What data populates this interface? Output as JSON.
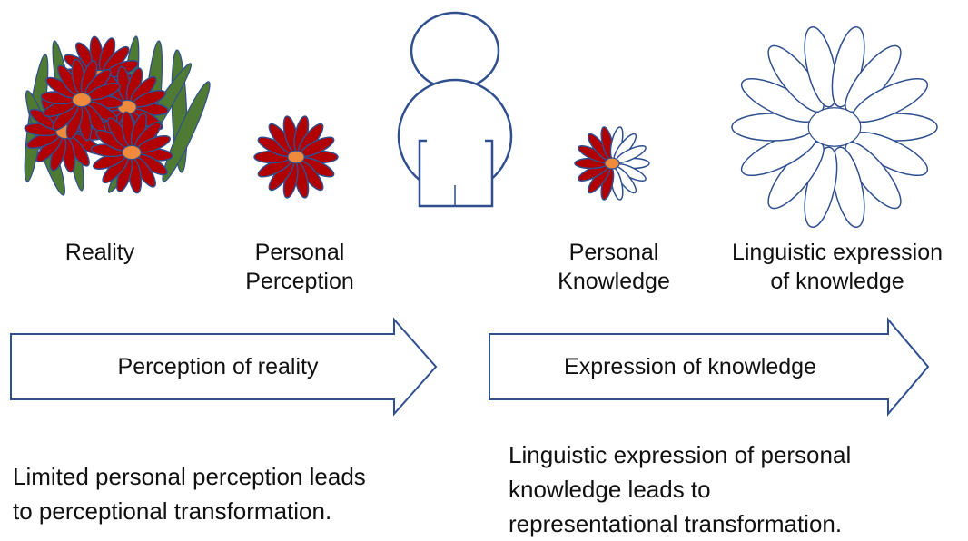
{
  "labels": {
    "reality": "Reality",
    "personal_perception": "Personal\nPerception",
    "personal_knowledge": "Personal\nKnowledge",
    "linguistic_expression": "Linguistic expression\nof knowledge"
  },
  "arrows": {
    "perception": "Perception of reality",
    "expression": "Expression of knowledge"
  },
  "captions": {
    "left": "Limited personal perception leads\nto perceptional transformation.",
    "right": "Linguistic expression of personal\nknowledge leads to\nrepresentational transformation."
  },
  "colors": {
    "petal_red": "#b00000",
    "petal_stroke": "#2f4f8f",
    "center_orange": "#f08a3c",
    "leaf_green": "#4e7a34",
    "outline_blue": "#2f4f8f"
  }
}
